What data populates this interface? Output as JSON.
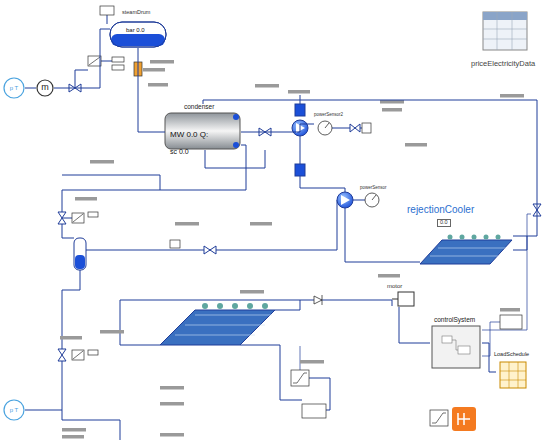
{
  "diagram": {
    "nodes": [
      {
        "text": [
          "steamDrum",
          "bar 0.0"
        ]
      },
      {
        "text": [
          "condenser",
          "MW 0.0 Q:",
          "sc 0.0"
        ]
      },
      {
        "text": [
          "rejectionCooler",
          "0.0"
        ]
      },
      {
        "text": [
          "controlSystem"
        ]
      },
      {
        "text": [
          "LoadSchedule"
        ]
      },
      {
        "text": [
          "priceElectricityData"
        ]
      },
      {
        "text": [
          "p T"
        ]
      },
      {
        "text": [
          "m"
        ]
      },
      {
        "text": [
          "p T"
        ]
      },
      {
        "text": [
          "motor"
        ]
      },
      {
        "text": [
          "powerSensor2"
        ]
      },
      {
        "text": [
          "powerSensor"
        ]
      }
    ],
    "edges": [
      {
        "from": 6,
        "to": 7,
        "arrow": "none"
      },
      {
        "from": 7,
        "to": 0,
        "arrow": "none"
      },
      {
        "from": 0,
        "to": 1,
        "arrow": "none"
      },
      {
        "from": 1,
        "to": 10,
        "arrow": "none"
      },
      {
        "from": 1,
        "to": 2,
        "arrow": "none"
      },
      {
        "from": 4,
        "to": 3,
        "arrow": "none"
      },
      {
        "from": 3,
        "to": 9,
        "arrow": "none"
      }
    ]
  }
}
